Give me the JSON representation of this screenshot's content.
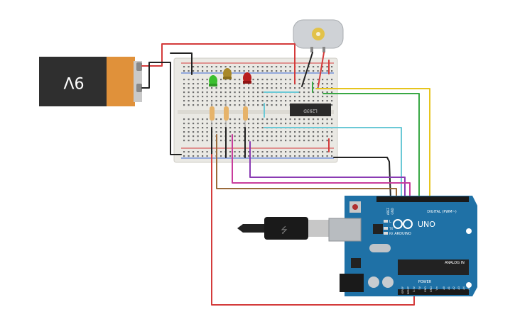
{
  "battery": {
    "label": "9V"
  },
  "driver_ic": {
    "label": "L293D"
  },
  "arduino": {
    "brand": "ARDUINO",
    "model": "UNO",
    "digital_label": "DIGITAL (PWM~)",
    "power_label": "POWER",
    "analog_label": "ANALOG IN",
    "aref_label": "AREF",
    "gnd_label": "GND",
    "l_label": "L",
    "tx_label": "TX",
    "rx_label": "RX",
    "power_pins": [
      "IOREF",
      "RESET",
      "3.3V",
      "5V",
      "GND",
      "GND",
      "Vin"
    ],
    "analog_pins": [
      "A0",
      "A1",
      "A2",
      "A3",
      "A4",
      "A5"
    ]
  },
  "colors": {
    "battery_body": "#2f2f2f",
    "battery_band": "#e0913a",
    "breadboard": "#eae9e4",
    "arduino_board": "#1f71a6",
    "wire_red": "#d43b3b",
    "wire_black": "#222222",
    "wire_green": "#39a845",
    "wire_yellow": "#e6c41d",
    "wire_cyan": "#6bc9d6",
    "wire_purple": "#8a3bb3",
    "wire_magenta": "#c83c9c",
    "wire_brown": "#9a6a3a",
    "led_green": "#3bbf2e",
    "led_yellow": "#a8882a",
    "led_red": "#b81e1e"
  },
  "icons": [
    "usb-cable-icon",
    "dc-motor-icon",
    "arduino-logo-icon"
  ]
}
